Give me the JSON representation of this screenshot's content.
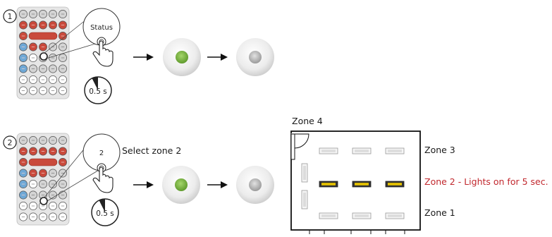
{
  "steps": [
    {
      "number": "1",
      "button_label": "Status",
      "hold_time": "0.5 s"
    },
    {
      "number": "2",
      "button_label": "2",
      "hold_time": "0.5 s",
      "instruction": "Select zone 2"
    }
  ],
  "floorplan": {
    "zones": [
      {
        "name": "Zone 4"
      },
      {
        "name": "Zone 3"
      },
      {
        "name": "Zone 2 - Lights on for 5 sec."
      },
      {
        "name": "Zone 1"
      }
    ]
  },
  "colors": {
    "remote_body": "#e6e6e6",
    "button_red": "#c94a3c",
    "button_blue": "#6fa8d6",
    "button_grey": "#d4d4d4",
    "led_green": "#7cb342",
    "led_grey": "#b9b9b9",
    "zone_active": "#c1272d",
    "lamp_active": "#e8c400"
  },
  "icons": [
    "pointing-hand-icon",
    "arrow-right-icon",
    "timer-icon",
    "door-icon",
    "light-fixture-icon"
  ]
}
